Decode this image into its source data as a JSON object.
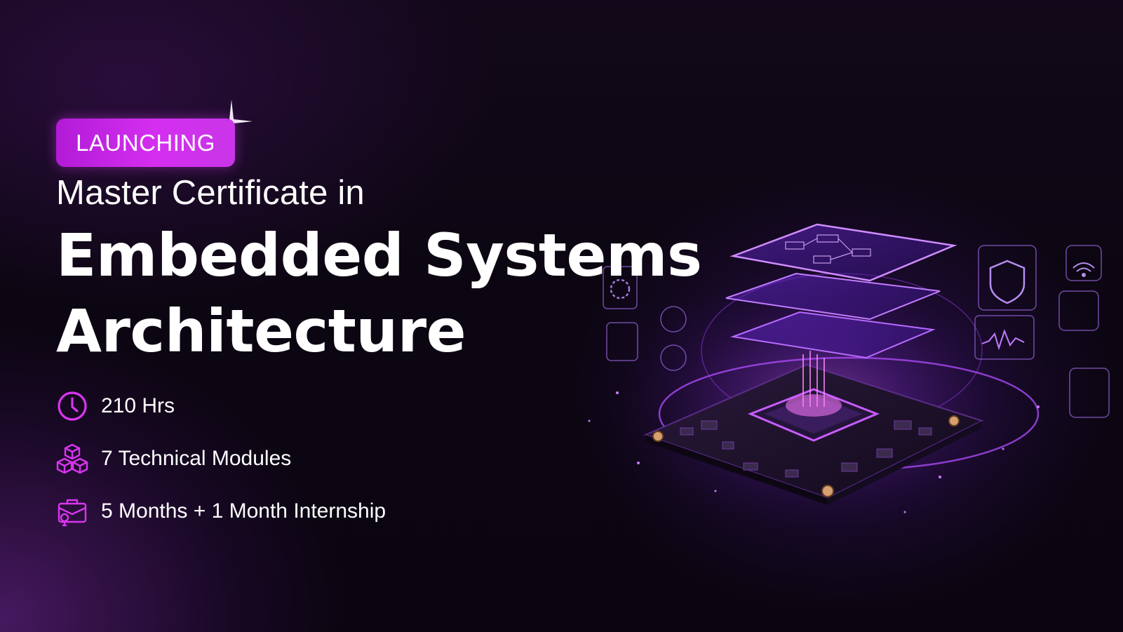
{
  "badge": {
    "label": "LAUNCHING"
  },
  "headline": {
    "subtitle": "Master Certificate in",
    "title_line_1": "Embedded Systems",
    "title_line_2": "Architecture"
  },
  "features": [
    {
      "icon": "clock-icon",
      "text": "210 Hrs"
    },
    {
      "icon": "cubes-icon",
      "text": "7 Technical Modules"
    },
    {
      "icon": "briefcase-icon",
      "text": "5 Months + 1 Month Internship"
    }
  ],
  "colors": {
    "accent": "#c42de6",
    "background": "#0b0510",
    "text": "#ffffff",
    "glow": "#8a3dff"
  }
}
